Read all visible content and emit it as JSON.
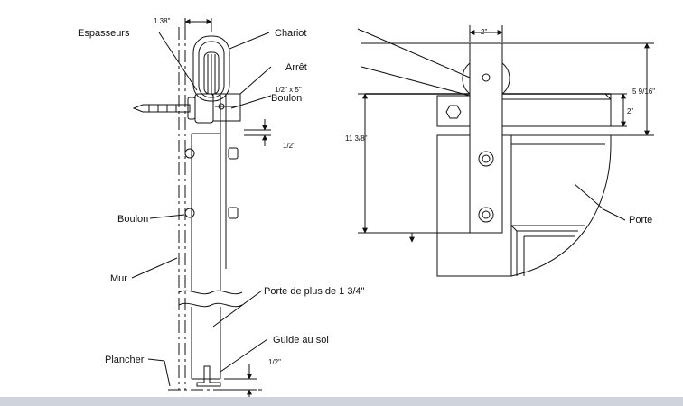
{
  "labels": {
    "espasseurs": "Espasseurs",
    "chariot": "Chariot",
    "arret": "Arrêt",
    "boulon_spec": "1/2\" x 5\"",
    "boulon_top": "Boulon",
    "boulon_side": "Boulon",
    "mur": "Mur",
    "porte_plus": "Porte de plus de 1 3/4\"",
    "guide_sol": "Guide au sol",
    "plancher": "Plancher",
    "porte": "Porte"
  },
  "dimensions": {
    "top_width": "1.38\"",
    "gap_half_top": "1/2\"",
    "gap_half_bottom": "1/2\"",
    "strap_width": "2\"",
    "total_height": "11 3/8\"",
    "upper_height": "5 9/16\"",
    "rail_height": "2\""
  },
  "colors": {
    "line": "#111111",
    "bar": "#cfd3dc"
  }
}
